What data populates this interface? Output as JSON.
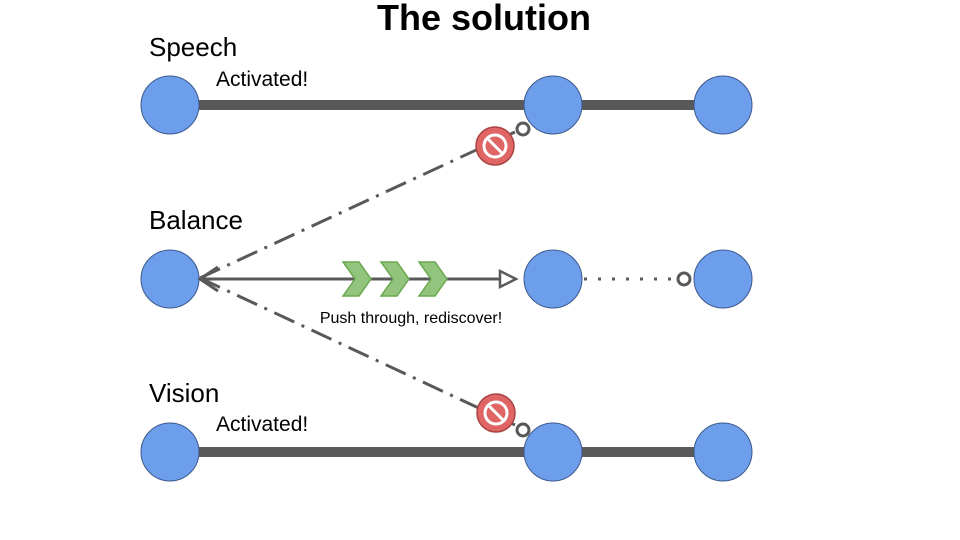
{
  "title": "The solution",
  "rows": [
    {
      "label": "Speech",
      "annotation": "Activated!"
    },
    {
      "label": "Balance",
      "annotation": ""
    },
    {
      "label": "Vision",
      "annotation": "Activated!"
    }
  ],
  "middle_caption": "Push through, rediscover!",
  "colors": {
    "node_fill": "#6d9eeb",
    "node_stroke": "#3d5a8c",
    "path": "#595959",
    "blocked": "#e06666",
    "chevron": "#93c47d",
    "chevron_stroke": "#6aa84f"
  },
  "icons": [
    "no-entry-icon",
    "chevron-arrow-icon",
    "open-arrowhead-icon",
    "open-circle-endpoint-icon"
  ]
}
